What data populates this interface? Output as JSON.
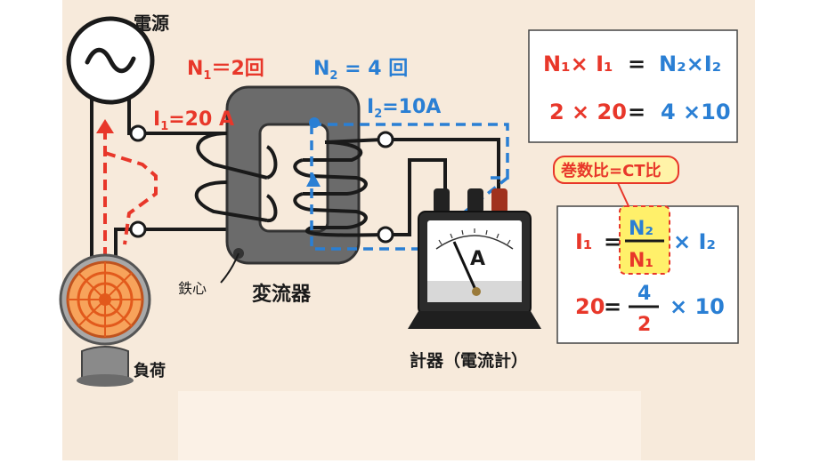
{
  "labels": {
    "power_source": "電源",
    "n1": "N",
    "n1_sub": "1",
    "n1_value": "＝2回",
    "n2": "N",
    "n2_sub": "2",
    "n2_value": " = 4 回",
    "i1": "I",
    "i1_sub": "1",
    "i1_value": "=20 A",
    "i2": "I",
    "i2_sub": "2",
    "i2_value": "=10A",
    "core": "鉄心",
    "transformer": "変流器",
    "load": "負荷",
    "meter": "計器（電流計）",
    "meter_face": "A",
    "ct_ratio": "巻数比=CT比"
  },
  "formula1": {
    "left": "N₁× I₁",
    "eq": "=",
    "right": "N₂×I₂",
    "num_left": "2 × 20",
    "num_right": "4 ×10"
  },
  "formula2": {
    "lhs": "I₁",
    "eq": "=",
    "frac_num": "N₂",
    "frac_den": "N₁",
    "times": "× I₂",
    "num_lhs": "20",
    "num_frac_num": "4",
    "num_frac_den": "2",
    "num_times": "× 10"
  },
  "colors": {
    "primary_red": "#e8372a",
    "secondary_blue": "#2a7fd4",
    "background": "#f7eadb",
    "core_gray": "#6b6b6b",
    "highlight_yellow": "#fff06a"
  }
}
